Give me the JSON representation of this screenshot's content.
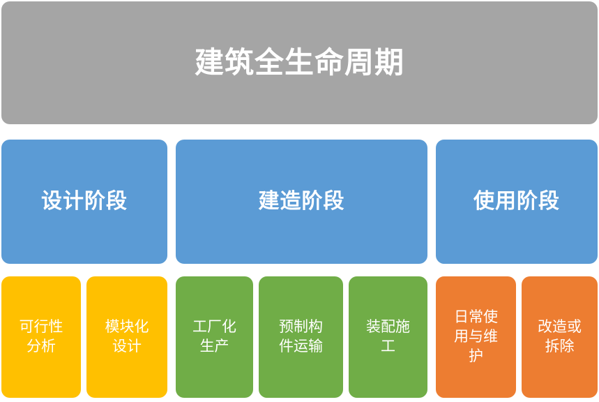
{
  "diagram": {
    "title": "建筑全生命周期",
    "colors": {
      "root": "#a5a5a5",
      "phase": "#5b9bd5",
      "design_tasks": "#ffc000",
      "construction_tasks": "#70ad47",
      "operation_tasks": "#ed7d31",
      "text": "#ffffff",
      "background": "#ffffff"
    },
    "root": {
      "label": "建筑全生命周期"
    },
    "phases": [
      {
        "label": "设计阶段"
      },
      {
        "label": "建造阶段"
      },
      {
        "label": "使用阶段"
      }
    ],
    "tasks": [
      {
        "label": "可行性\n分析",
        "phase": "设计阶段"
      },
      {
        "label": "模块化\n设计",
        "phase": "设计阶段"
      },
      {
        "label": "工厂化\n生产",
        "phase": "建造阶段"
      },
      {
        "label": "预制构\n件运输",
        "phase": "建造阶段"
      },
      {
        "label": "装配施\n工",
        "phase": "建造阶段"
      },
      {
        "label": "日常使\n用与维\n护",
        "phase": "使用阶段"
      },
      {
        "label": "改造或\n拆除",
        "phase": "使用阶段"
      }
    ]
  }
}
